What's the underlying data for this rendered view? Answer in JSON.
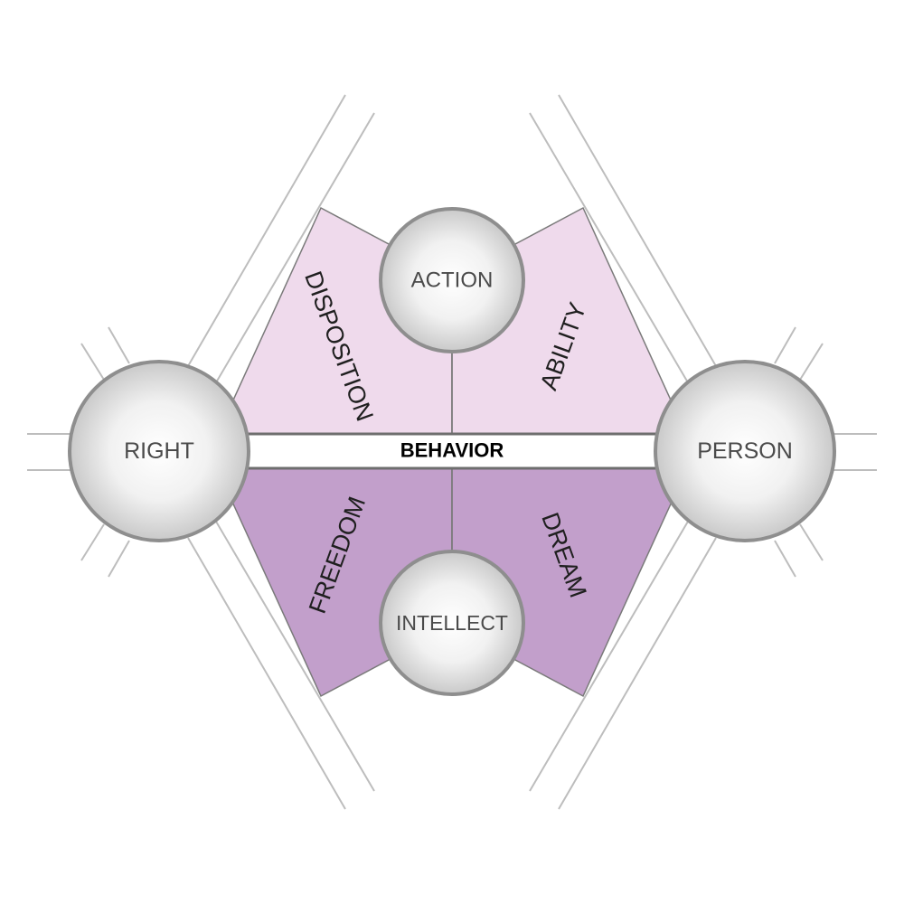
{
  "diagram": {
    "nodes": {
      "top": "ACTION",
      "bottom": "INTELLECT",
      "left": "RIGHT",
      "right": "PERSON"
    },
    "center_band": "BEHAVIOR",
    "sectors": {
      "upper_left": "DISPOSITION",
      "upper_right": "ABILITY",
      "lower_left": "FREEDOM",
      "lower_right": "DREAM"
    },
    "colors": {
      "upper_fill": "#efdaec",
      "lower_fill": "#c29fcb",
      "outline": "#7a7a7a",
      "guide_lines": "#bdbdbd",
      "band_fill": "#ffffff"
    }
  }
}
